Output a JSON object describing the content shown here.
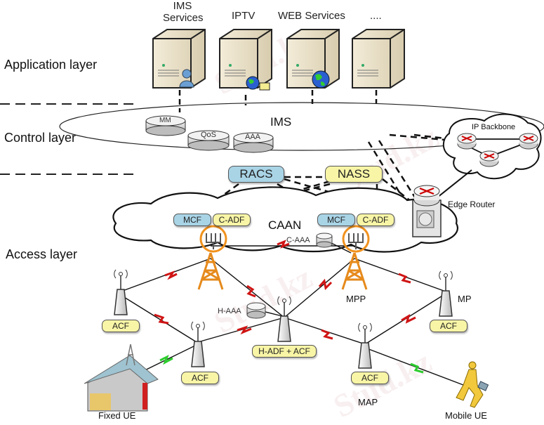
{
  "layers": {
    "application": "Application layer",
    "control": "Control layer",
    "access": "Access layer"
  },
  "services": [
    {
      "label_line1": "IMS",
      "label_line2": "Services",
      "badge": "user-icon"
    },
    {
      "label_line1": "IPTV",
      "label_line2": "",
      "badge": "globe-icon"
    },
    {
      "label_line1": "WEB Services",
      "label_line2": "",
      "badge": "globe-icon"
    },
    {
      "label_line1": "....",
      "label_line2": "",
      "badge": ""
    }
  ],
  "ims": {
    "label": "IMS",
    "databases": [
      "MM",
      "QoS",
      "AAA"
    ]
  },
  "control_boxes": {
    "racs": "RACS",
    "nass": "NASS"
  },
  "ip_backbone": {
    "label": "IP Backbone"
  },
  "edge_router": {
    "label": "Edge Router"
  },
  "caan": {
    "label": "CAAN",
    "c_aaa": "C-AAA",
    "left_functions": [
      "MCF",
      "C-ADF"
    ],
    "right_functions": [
      "MCF",
      "C-ADF"
    ]
  },
  "access_nodes": {
    "mpp": "MPP",
    "mp": "MP",
    "map": "MAP",
    "h_aaa": "H-AAA",
    "h_adf_acf": "H-ADF + ACF",
    "acf": "ACF"
  },
  "user_equipment": {
    "fixed": "Fixed UE",
    "mobile": "Mobile UE"
  },
  "watermark": "Stud.kz",
  "colors": {
    "racs_fill": "#a9d4e6",
    "nass_fill": "#f8f5a6",
    "tower": "#e68a1c",
    "wireless_link": "#cc1111",
    "wireless_link_ue": "#22bb22",
    "highlight_ring": "#f0921e"
  }
}
